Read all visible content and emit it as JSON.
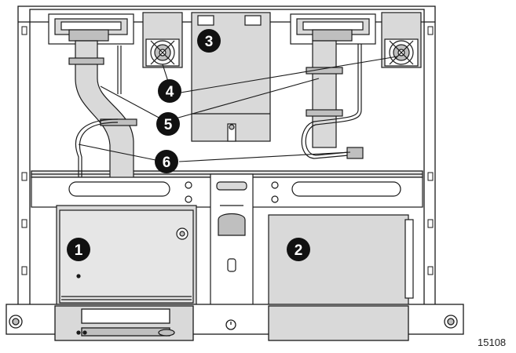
{
  "figure": {
    "id_text": "15108"
  },
  "callouts": [
    {
      "number": "1"
    },
    {
      "number": "2"
    },
    {
      "number": "3"
    },
    {
      "number": "4"
    },
    {
      "number": "5"
    },
    {
      "number": "6"
    }
  ],
  "colors": {
    "outline": "#1a1a1a",
    "panel_fill": "#ffffff",
    "component_fill": "#d9d9d9",
    "dark_fill": "#bfbfbf",
    "callout_fill": "#111111",
    "callout_text": "#ffffff"
  }
}
